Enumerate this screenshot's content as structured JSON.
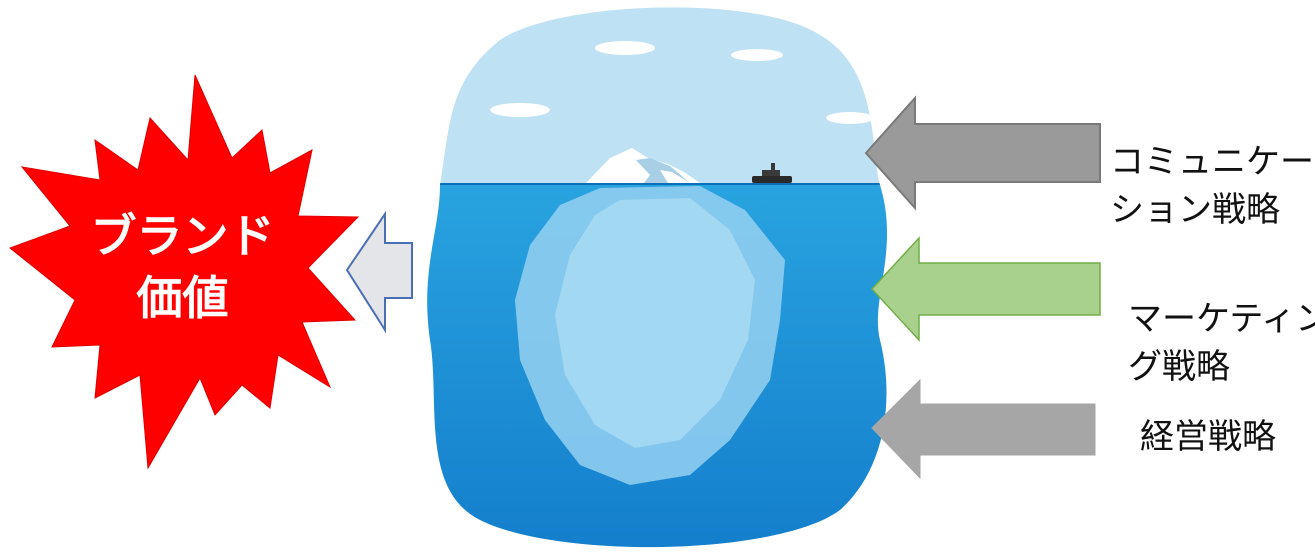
{
  "burst": {
    "text": "ブランド\n価値",
    "fill_color": "#ff0000",
    "text_color": "#ffffff"
  },
  "labels": {
    "communication": "コミュニケー\nション戦略",
    "marketing": "マーケティン\nグ戦略",
    "management": "経営戦略"
  },
  "arrows": {
    "output_arrow": {
      "direction": "left",
      "fill": "#e3e5e8",
      "stroke": "#4a6fb5"
    },
    "communication_arrow": {
      "direction": "left",
      "fill": "#9a9a9a",
      "stroke": "#7a7a7a"
    },
    "marketing_arrow": {
      "direction": "left",
      "fill": "#a9d18e",
      "stroke": "#70ad47"
    },
    "management_arrow": {
      "direction": "left",
      "fill": "#a6a6a6",
      "stroke": "#a6a6a6"
    }
  },
  "iceberg": {
    "sky_color": "#bfe1f4",
    "water_color": "#1f8fd6",
    "ice_color": "#eef7fd"
  }
}
